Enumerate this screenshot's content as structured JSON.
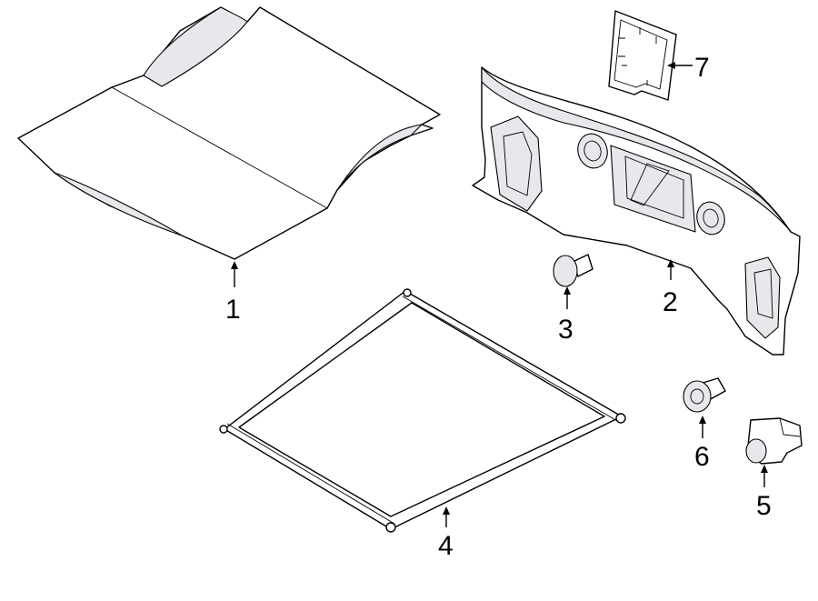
{
  "callouts": {
    "c1": "1",
    "c2": "2",
    "c3": "3",
    "c4": "4",
    "c5": "5",
    "c6": "6",
    "c7": "7"
  },
  "colors": {
    "line": "#000000",
    "shade": "#e8e8ec",
    "background": "#ffffff"
  }
}
